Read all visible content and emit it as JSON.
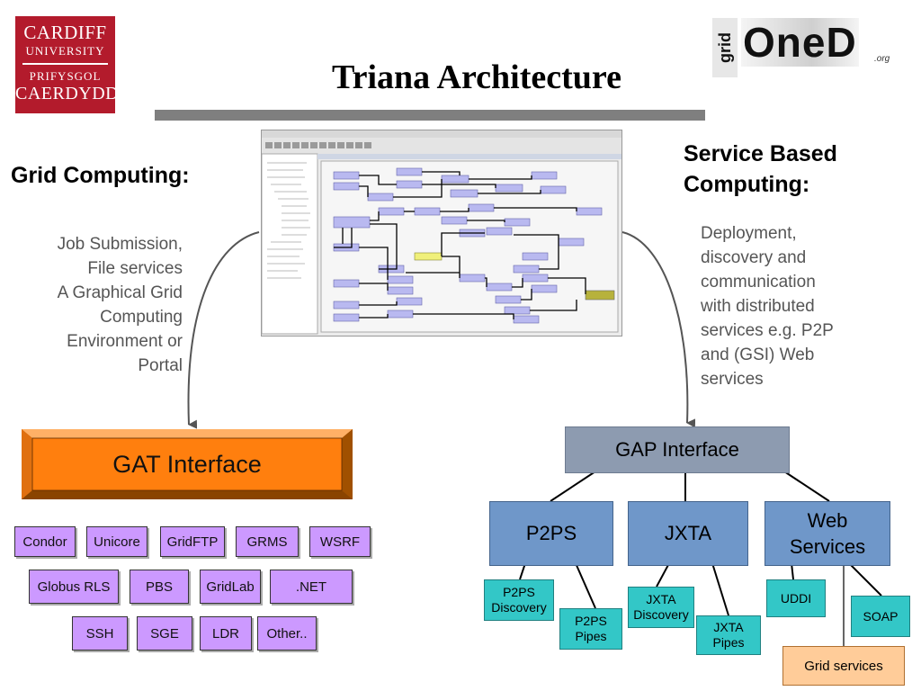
{
  "logos": {
    "cardiff": {
      "line1": "CARDIFF",
      "line2": "UNIVERSITY",
      "line3": "PRIFYSGOL",
      "line4": "CAERDYDD"
    },
    "gridoned": {
      "grid": "grid",
      "oned": "OneD",
      "org": ".org"
    }
  },
  "title": "Triana Architecture",
  "left": {
    "heading": "Grid Computing:",
    "description_lines": [
      "Job Submission,",
      "File services",
      "A Graphical Grid",
      "Computing",
      "Environment or",
      "Portal"
    ]
  },
  "right": {
    "heading_lines": [
      "Service Based",
      "Computing:"
    ],
    "description_lines": [
      "Deployment,",
      "discovery and",
      "communication",
      "with distributed",
      "services e.g. P2P",
      "and (GSI) Web",
      "services"
    ]
  },
  "gat": {
    "label": "GAT Interface",
    "adapters": [
      "Condor",
      "Unicore",
      "GridFTP",
      "GRMS",
      "WSRF",
      "Globus RLS",
      "PBS",
      "GridLab",
      ".NET",
      "SSH",
      "SGE",
      "LDR",
      "Other.."
    ]
  },
  "gap": {
    "label": "GAP Interface",
    "bindings": [
      {
        "label_lines": [
          "P2PS"
        ],
        "children": [
          {
            "lines": [
              "P2PS",
              "Discovery"
            ]
          },
          {
            "lines": [
              "P2PS",
              "Pipes"
            ]
          }
        ]
      },
      {
        "label_lines": [
          "JXTA"
        ],
        "children": [
          {
            "lines": [
              "JXTA",
              "Discovery"
            ]
          },
          {
            "lines": [
              "JXTA",
              "Pipes"
            ]
          }
        ]
      },
      {
        "label_lines": [
          "Web",
          "Services"
        ],
        "children": [
          {
            "lines": [
              "UDDI"
            ]
          },
          {
            "lines": [
              "SOAP"
            ]
          }
        ]
      }
    ],
    "grid_services": "Grid services"
  },
  "colors": {
    "gat_fill": "#ff7f0e",
    "adapter_fill": "#cc99ff",
    "gap_fill": "#8d9bb0",
    "binding_fill": "#6f97c9",
    "protocol_fill": "#33c7c7",
    "grid_services_fill": "#ffcc99",
    "cardiff_red": "#b31b2c"
  }
}
